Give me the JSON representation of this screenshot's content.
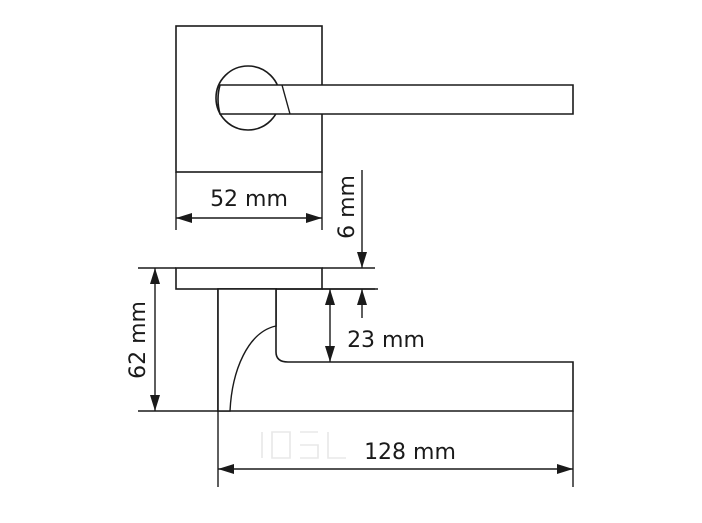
{
  "dimensions": {
    "rose_width": "52 mm",
    "rose_thickness": "6 mm",
    "total_height": "62 mm",
    "handle_offset": "23 mm",
    "handle_length": "128 mm"
  }
}
